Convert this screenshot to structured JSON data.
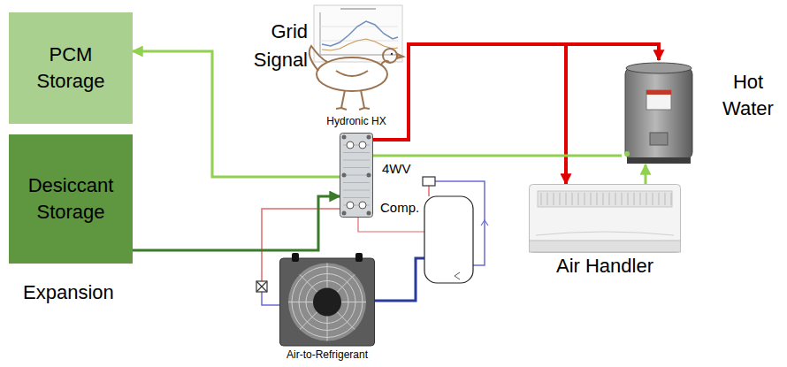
{
  "diagram": {
    "nodes": [
      {
        "text": [
          "PCM Storage"
        ]
      },
      {
        "text": [
          "Desiccant Storage"
        ]
      },
      {
        "text": [
          "Hydronic HX"
        ]
      },
      {
        "text": [
          "Hot Water"
        ]
      },
      {
        "text": [
          "Air Handler"
        ]
      },
      {
        "text": [
          "Air-to-Refrigerant"
        ]
      }
    ],
    "edges": [
      {
        "from": 2,
        "to": 0,
        "arrow": "to"
      },
      {
        "from": 1,
        "to": 2,
        "arrow": "to"
      },
      {
        "from": 2,
        "to": 3,
        "arrow": "to"
      },
      {
        "from": 2,
        "to": 4,
        "arrow": "to"
      },
      {
        "from": 4,
        "to": 3,
        "arrow": "to"
      },
      {
        "from": 3,
        "to": 2,
        "arrow": "none"
      }
    ],
    "labels": [
      "Grid Signal",
      "4WV",
      "Comp.",
      "Expansion"
    ]
  }
}
